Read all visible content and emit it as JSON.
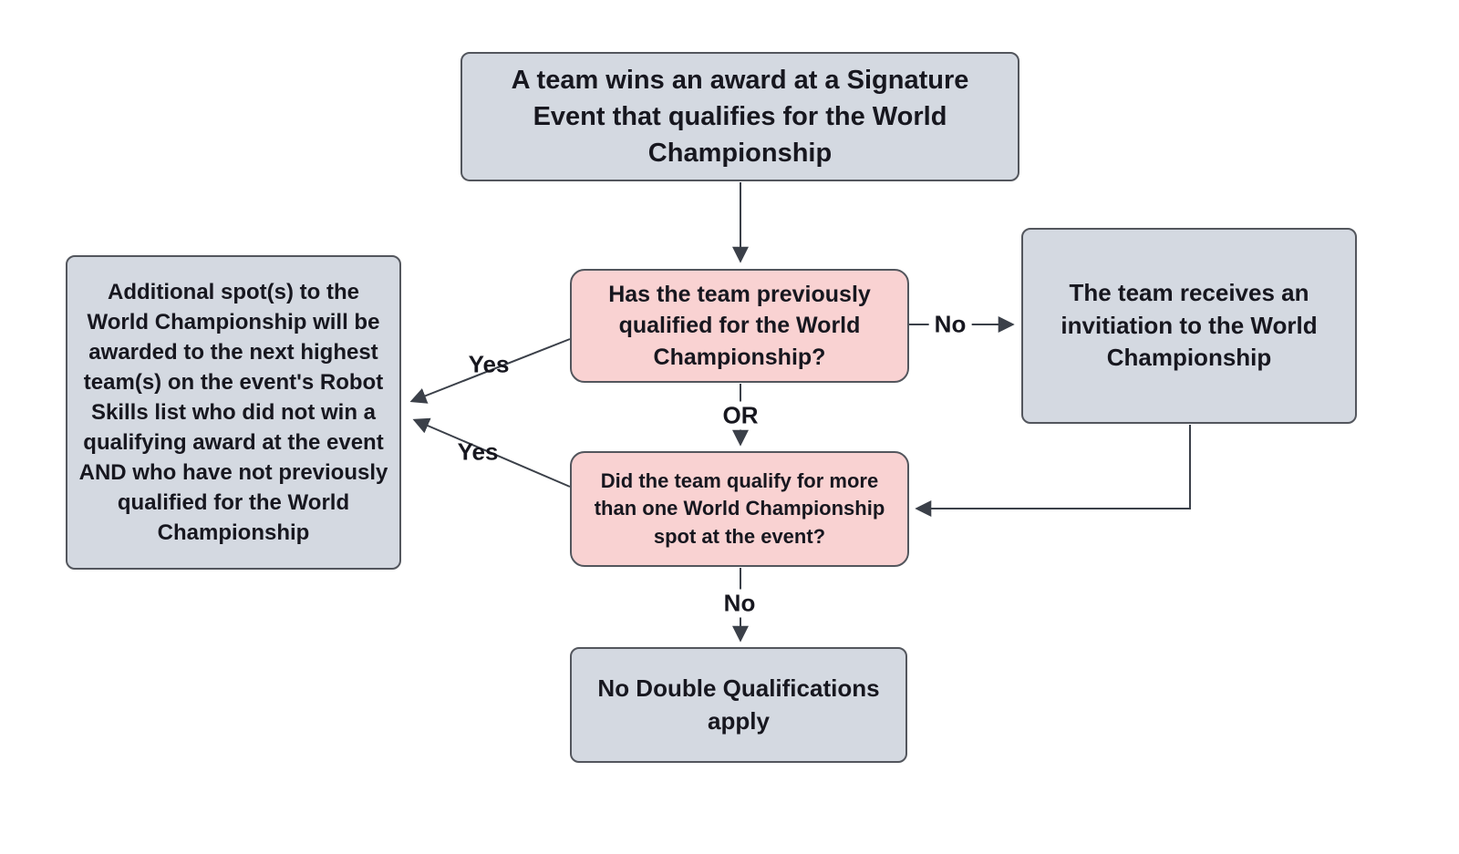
{
  "diagram": {
    "title": "World Championship Signature Event qualification flowchart",
    "nodes": {
      "start": {
        "text": "A team wins an award at a Signature Event that qualifies for the World Championship",
        "fill": "#d4d9e1"
      },
      "q1": {
        "text": "Has the team previously qualified for the World Championship?",
        "fill": "#f9d2d2"
      },
      "invite": {
        "text": "The team receives an invitiation to the World Championship",
        "fill": "#d4d9e1"
      },
      "additional": {
        "text": "Additional spot(s) to the World Championship will be awarded to the next highest team(s) on the event's Robot Skills list who did not win a qualifying award at the event AND who have not previously qualified for the World Championship",
        "fill": "#d4d9e1"
      },
      "q2": {
        "text": "Did the team qualify for more than one World Championship spot at the event?",
        "fill": "#f9d2d2"
      },
      "no_double": {
        "text": "No Double Qualifications apply",
        "fill": "#d4d9e1"
      }
    },
    "edge_labels": {
      "no_right": "No",
      "yes_top": "Yes",
      "or": "OR",
      "yes_bottom": "Yes",
      "no_bottom": "No"
    },
    "colors": {
      "gray_node": "#d4d9e1",
      "pink_node": "#f9d2d2",
      "border": "#53565d",
      "arrow": "#3b4049",
      "text": "#17171f",
      "background": "#ffffff"
    }
  }
}
